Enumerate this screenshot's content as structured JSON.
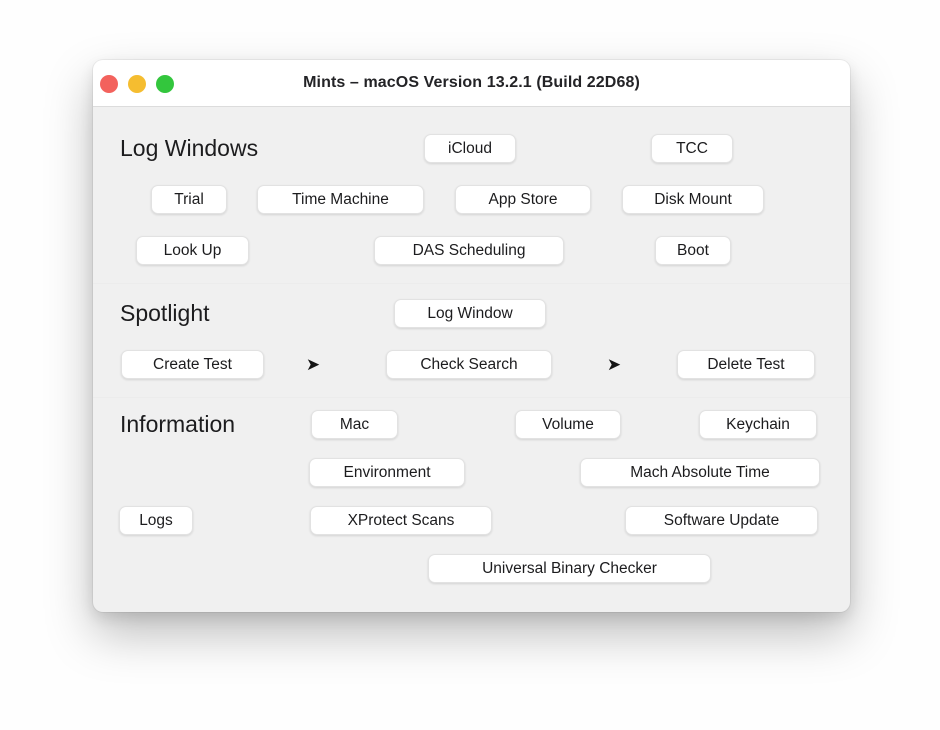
{
  "window_title": "Mints – macOS Version 13.2.1 (Build 22D68)",
  "traffic_lights": {
    "close_color": "#f3625d",
    "minimize_color": "#f5bd30",
    "zoom_color": "#33c63d"
  },
  "sections": {
    "log_windows": {
      "header": "Log Windows",
      "buttons": {
        "icloud": "iCloud",
        "tcc": "TCC",
        "trial": "Trial",
        "time_machine": "Time Machine",
        "app_store": "App Store",
        "disk_mount": "Disk Mount",
        "look_up": "Look Up",
        "das_scheduling": "DAS Scheduling",
        "boot": "Boot"
      }
    },
    "spotlight": {
      "header": "Spotlight",
      "arrow_icon": "➤",
      "buttons": {
        "log_window": "Log Window",
        "create_test": "Create Test",
        "check_search": "Check Search",
        "delete_test": "Delete Test"
      }
    },
    "information": {
      "header": "Information",
      "buttons": {
        "mac": "Mac",
        "volume": "Volume",
        "keychain": "Keychain",
        "environment": "Environment",
        "mach_absolute_time": "Mach Absolute Time",
        "logs": "Logs",
        "xprotect_scans": "XProtect Scans",
        "software_update": "Software Update",
        "universal_binary_checker": "Universal Binary Checker"
      }
    }
  },
  "colors": {
    "titlebar_bg": "#ffffff",
    "window_bg": "#f0f0f0",
    "button_bg": "#ffffff",
    "divider": "#d2d2d2",
    "text": "#1c1c1e"
  }
}
